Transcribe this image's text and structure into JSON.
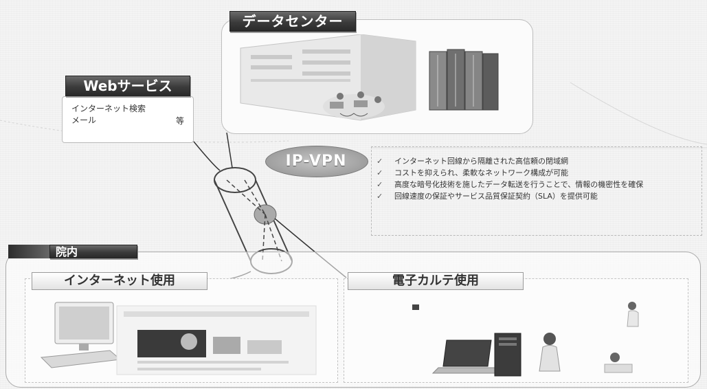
{
  "datacenter": {
    "title": "データセンター"
  },
  "webservice": {
    "title": "Webサービス",
    "lines": [
      "インターネット検索",
      "メール"
    ],
    "suffix": "等"
  },
  "network": {
    "label": "IP-VPN"
  },
  "benefits": {
    "check_glyph": "✓",
    "items": [
      "インターネット回線から隔離された高信頼の閉域網",
      "コストを抑えられ、柔軟なネットワーク構成が可能",
      "高度な暗号化技術を施したデータ転送を行うことで、情報の機密性を確保",
      "回線速度の保証やサービス品質保証契約（SLA）を提供可能"
    ]
  },
  "hospital": {
    "title": "院内",
    "internet_label": "インターネット使用",
    "ehr_label": "電子カルテ使用"
  }
}
